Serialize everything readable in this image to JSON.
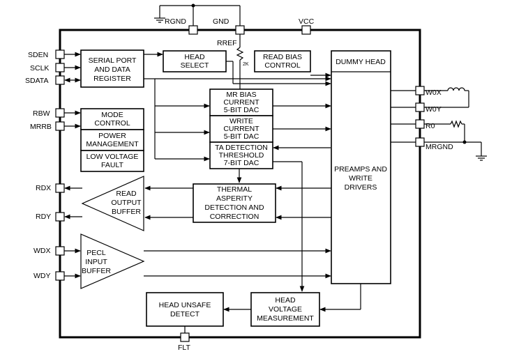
{
  "pins": {
    "rgnd": "RGND",
    "gnd": "GND",
    "vcc": "VCC",
    "rref": "RREF",
    "rref_value": "2K",
    "sden": "SDEN",
    "sclk": "SCLK",
    "sdata": "SDATA",
    "rbw": "RBW",
    "mrrb": "MRRB",
    "rdx": "RDX",
    "rdy": "RDY",
    "wdx": "WDX",
    "wdy": "WDY",
    "w0x": "W0X",
    "w0y": "W0Y",
    "r0": "R0",
    "mrgnd": "MRGND",
    "flt": "FLT"
  },
  "blocks": {
    "serial_port": [
      "SERIAL PORT",
      "AND DATA",
      "REGISTER"
    ],
    "head_select": [
      "HEAD",
      "SELECT"
    ],
    "read_bias": [
      "READ BIAS",
      "CONTROL"
    ],
    "dummy_head": [
      "DUMMY HEAD"
    ],
    "mode_control": [
      "MODE",
      "CONTROL"
    ],
    "power_management": [
      "POWER",
      "MANAGEMENT"
    ],
    "low_voltage_fault": [
      "LOW VOLTAGE",
      "FAULT"
    ],
    "mr_bias_dac": [
      "MR BIAS",
      "CURRENT",
      "5-BIT DAC"
    ],
    "write_dac": [
      "WRITE",
      "CURRENT",
      "5-BIT DAC"
    ],
    "ta_detection_dac": [
      "TA DETECTION",
      "THRESHOLD",
      "7-BIT DAC"
    ],
    "preamps": [
      "PREAMPS AND",
      "WRITE",
      "DRIVERS"
    ],
    "thermal_asperity": [
      "THERMAL",
      "ASPERITY",
      "DETECTION AND",
      "CORRECTION"
    ],
    "read_output_buffer": [
      "READ",
      "OUTPUT",
      "BUFFER"
    ],
    "pecl_input_buffer": [
      "PECL",
      "INPUT",
      "BUFFER"
    ],
    "head_unsafe": [
      "HEAD UNSAFE",
      "DETECT"
    ],
    "head_voltage": [
      "HEAD",
      "VOLTAGE",
      "MEASUREMENT"
    ]
  }
}
